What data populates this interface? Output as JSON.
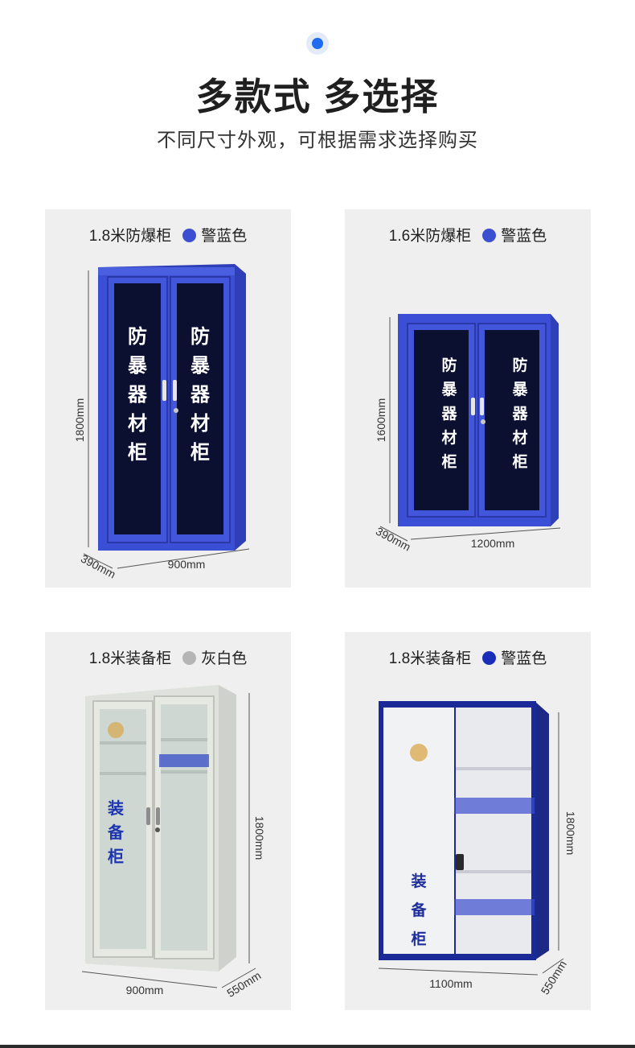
{
  "header": {
    "title": "多款式 多选择",
    "subtitle": "不同尺寸外观，可根据需求选择购买"
  },
  "products": [
    {
      "name": "1.8米防爆柜",
      "color_name": "警蓝色",
      "swatch": "#3c4fd0",
      "height_label": "1800mm",
      "width_label": "900mm",
      "depth_label": "390mm",
      "door_text": [
        "防",
        "暴",
        "器",
        "材",
        "柜"
      ]
    },
    {
      "name": "1.6米防爆柜",
      "color_name": "警蓝色",
      "swatch": "#3c4fd0",
      "height_label": "1600mm",
      "width_label": "1200mm",
      "depth_label": "390mm",
      "door_text": [
        "防",
        "暴",
        "器",
        "材",
        "柜"
      ]
    },
    {
      "name": "1.8米装备柜",
      "color_name": "灰白色",
      "swatch": "#b5b5b5",
      "height_label": "1800mm",
      "width_label": "900mm",
      "depth_label": "550mm",
      "door_text": [
        "装",
        "备",
        "柜"
      ]
    },
    {
      "name": "1.8米装备柜",
      "color_name": "警蓝色",
      "swatch": "#1a2db8",
      "height_label": "1800mm",
      "width_label": "1100mm",
      "depth_label": "550mm",
      "door_text": [
        "装",
        "备",
        "柜"
      ]
    }
  ]
}
